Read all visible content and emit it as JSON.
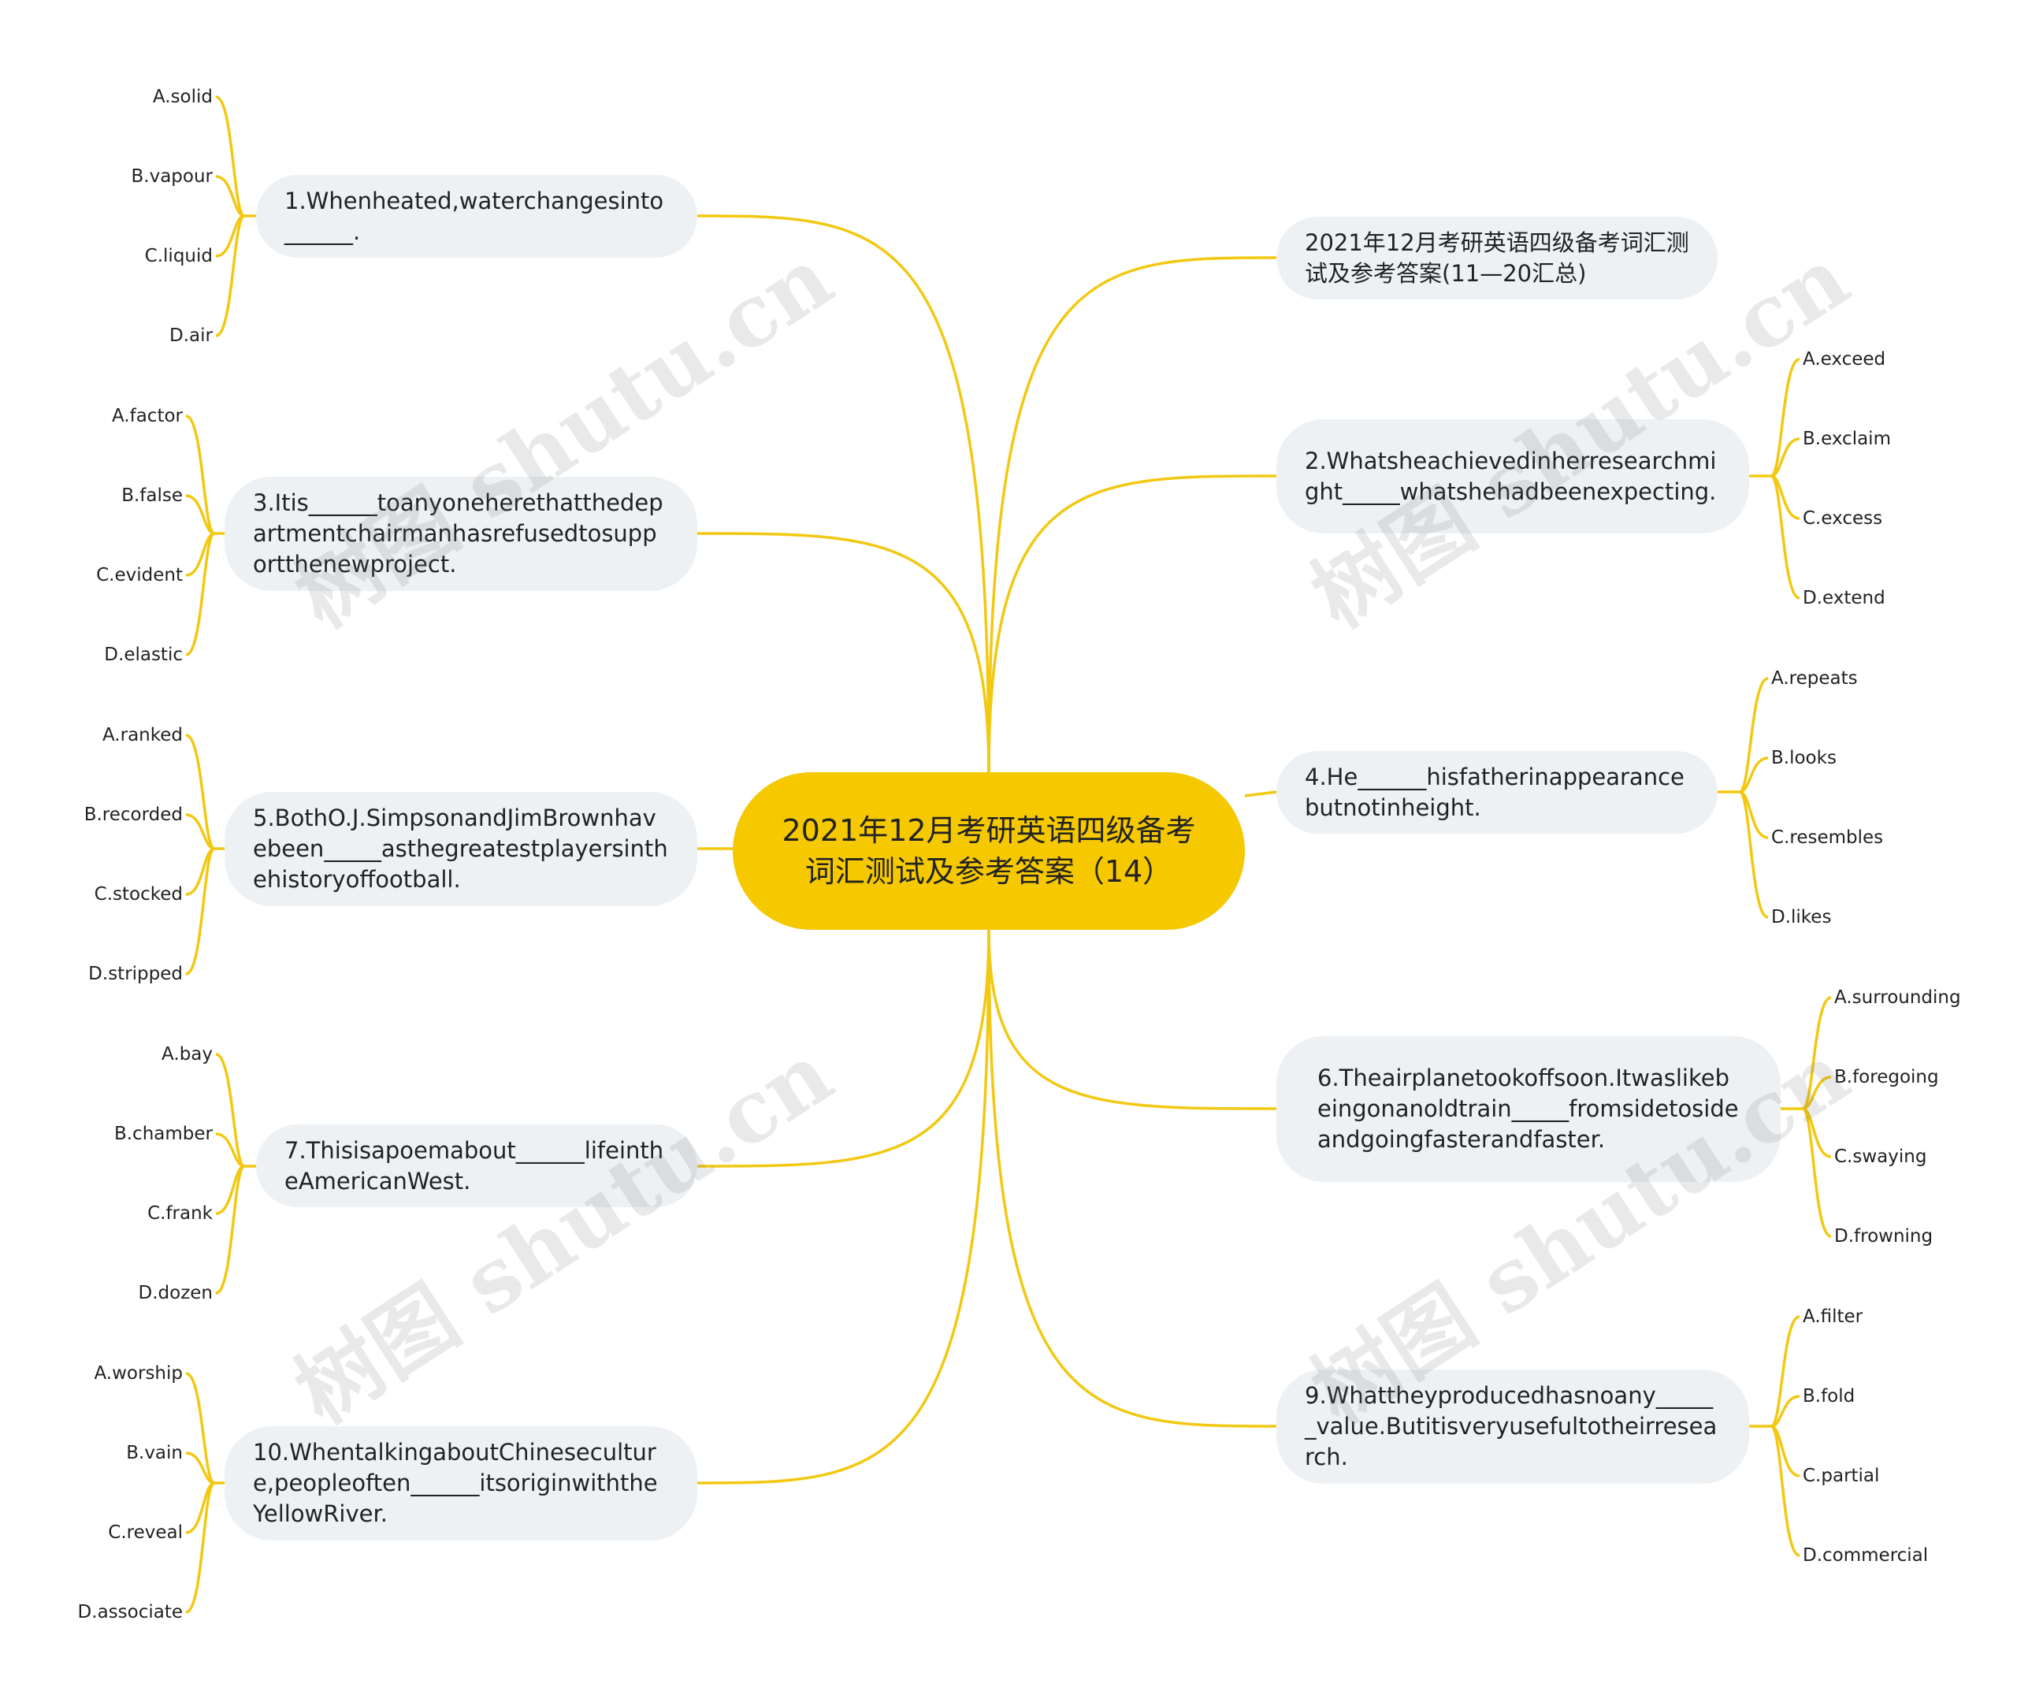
{
  "center": {
    "title": "2021年12月考研英语四级备考词汇测试及参考答案（14）"
  },
  "header_node": {
    "text": "2021年12月考研英语四级备考词汇测试及参考答案(11—20汇总)"
  },
  "questions": [
    {
      "id": "q1",
      "text": "1.Whenheated,waterchangesinto______.",
      "options": [
        "A.solid",
        "B.vapour",
        "C.liquid",
        "D.air"
      ]
    },
    {
      "id": "q3",
      "text": "3.Itis______toanyoneherethatthedepartmentchairmanhasrefusedtosupportthenewproject.",
      "options": [
        "A.factor",
        "B.false",
        "C.evident",
        "D.elastic"
      ]
    },
    {
      "id": "q5",
      "text": "5.BothO.J.SimpsonandJimBrownhavebeen_____asthegreatestplayersinthehistoryoffootball.",
      "options": [
        "A.ranked",
        "B.recorded",
        "C.stocked",
        "D.stripped"
      ]
    },
    {
      "id": "q7",
      "text": "7.Thisisapoemabout______lifeintheAmericanWest.",
      "options": [
        "A.bay",
        "B.chamber",
        "C.frank",
        "D.dozen"
      ]
    },
    {
      "id": "q10",
      "text": "10.WhentalkingaboutChineseculture,peopleoften______itsoriginwiththeYellowRiver.",
      "options": [
        "A.worship",
        "B.vain",
        "C.reveal",
        "D.associate"
      ]
    },
    {
      "id": "q2",
      "text": "2.Whatsheachievedinherresearchmight_____whatshehadbeenexpecting.",
      "options": [
        "A.exceed",
        "B.exclaim",
        "C.excess",
        "D.extend"
      ]
    },
    {
      "id": "q4",
      "text": "4.He______hisfatherinappearancebutnotinheight.",
      "options": [
        "A.repeats",
        "B.looks",
        "C.resembles",
        "D.likes"
      ]
    },
    {
      "id": "q6",
      "text": "6.Theairplanetookoffsoon.Itwaslikebeingonanoldtrain_____fromsidetosideandgoingfasterandfaster.",
      "options": [
        "A.surrounding",
        "B.foregoing",
        "C.swaying",
        "D.frowning"
      ]
    },
    {
      "id": "q9",
      "text": "9.Whattheyproducedhasnoany______value.Butitisveryusefultotheirresearch.",
      "options": [
        "A.filter",
        "B.fold",
        "C.partial",
        "D.commercial"
      ]
    }
  ],
  "watermark": {
    "text": "树图 shutu.cn"
  },
  "colors": {
    "line": "#f2c811",
    "center_fill": "#f5c800",
    "node_fill": "#eef1f4"
  }
}
